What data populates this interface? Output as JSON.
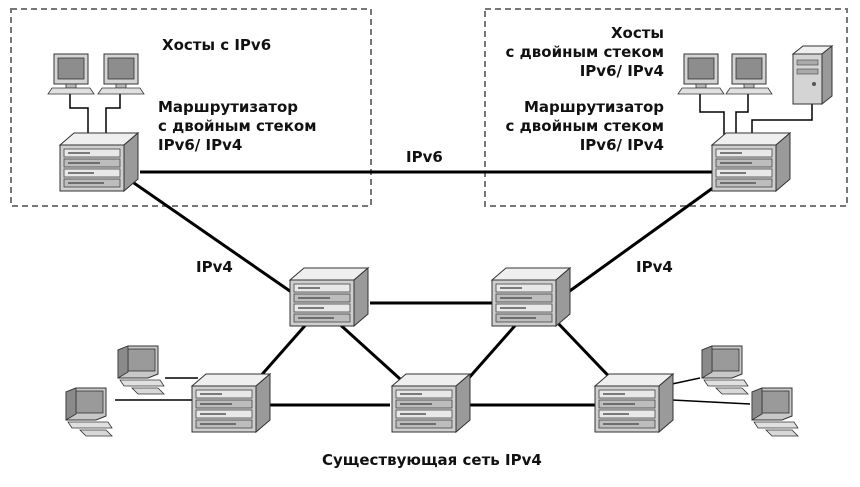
{
  "colors": {
    "box_border": "#777777",
    "link": "#000000",
    "device_fill": "#d9d9d9",
    "device_dark": "#8a8a8a"
  },
  "left_site": {
    "hosts_label": "Хосты с IPv6",
    "router_label": [
      "Маршрутизатор",
      "с двойным стеком",
      "IPv6/ IPv4"
    ]
  },
  "right_site": {
    "hosts_label": [
      "Хосты",
      "с двойным стеком",
      "IPv6/ IPv4"
    ],
    "router_label": [
      "Маршрутизатор",
      "с двойным стеком",
      "IPv6/ IPv4"
    ]
  },
  "links": {
    "ipv6": "IPv6",
    "ipv4_left": "IPv4",
    "ipv4_right": "IPv4"
  },
  "network_caption": "Существующая сеть IPv4",
  "icons": [
    "computer-icon",
    "router-icon",
    "server-tower-icon"
  ]
}
